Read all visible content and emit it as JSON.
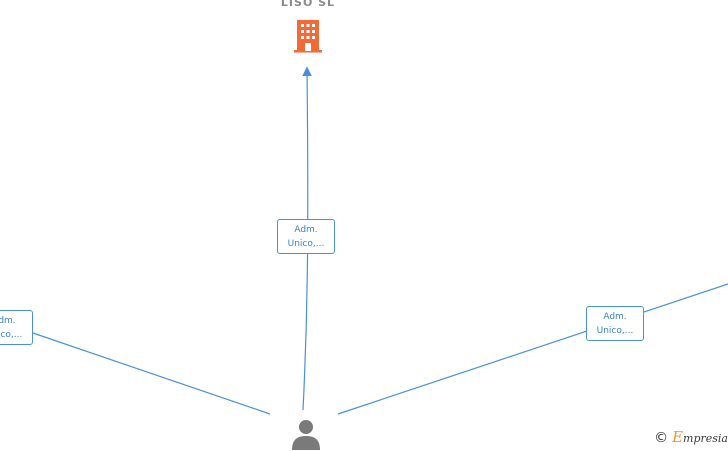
{
  "company": {
    "name": "LISO SL",
    "icon": "building-icon",
    "color": "#f26a35"
  },
  "person": {
    "icon": "person-icon",
    "color": "#7a7a7a"
  },
  "relations": [
    {
      "id": "center",
      "line1": "Adm.",
      "line2": "Unico,..."
    },
    {
      "id": "right",
      "line1": "Adm.",
      "line2": "Unico,..."
    },
    {
      "id": "left",
      "line1": "Adm.",
      "line2": "Unico,..."
    }
  ],
  "edge_color": "#4a90d9",
  "brand": {
    "copyright": "©",
    "logo_initial": "E",
    "logo_rest": "mpresia"
  }
}
